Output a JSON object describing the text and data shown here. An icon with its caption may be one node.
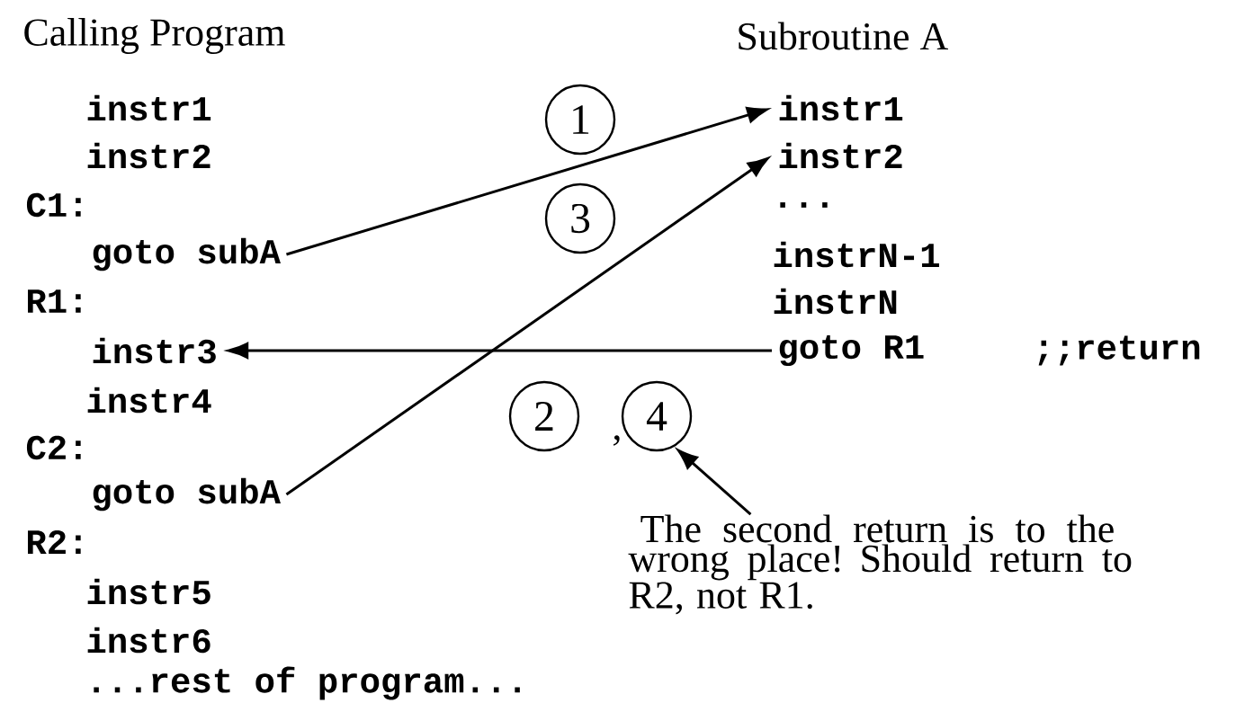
{
  "diagram": {
    "nodes": [
      {
        "text": [
          "goto subA"
        ]
      },
      {
        "text": [
          "instr1"
        ]
      },
      {
        "text": [
          "goto subA"
        ]
      },
      {
        "text": [
          "instr2"
        ]
      },
      {
        "text": [
          "goto R1"
        ],
        "beside": [
          ";;return"
        ]
      },
      {
        "text": [
          "instr3"
        ]
      },
      {
        "text": [
          "1"
        ]
      },
      {
        "text": [
          "3"
        ]
      },
      {
        "text": [
          "2"
        ]
      },
      {
        "text": [
          "4"
        ]
      },
      {
        "text": [
          "The second return is to the wrong place! Should return to R2, not R1."
        ]
      }
    ],
    "edges": [
      {
        "from": 0,
        "to": 1,
        "arrow": "to"
      },
      {
        "from": 2,
        "to": 3,
        "arrow": "to"
      },
      {
        "from": 4,
        "to": 5,
        "arrow": "to"
      },
      {
        "from": 10,
        "to": 9,
        "arrow": "to"
      }
    ],
    "labels": [
      "Calling Program",
      "Subroutine A",
      "instr1",
      "instr2",
      "C1:",
      "R1:",
      "instr4",
      "C2:",
      "R2:",
      "instr5",
      "instr6",
      "...rest of program...",
      "...",
      "instrN-1",
      "instrN",
      ","
    ]
  }
}
